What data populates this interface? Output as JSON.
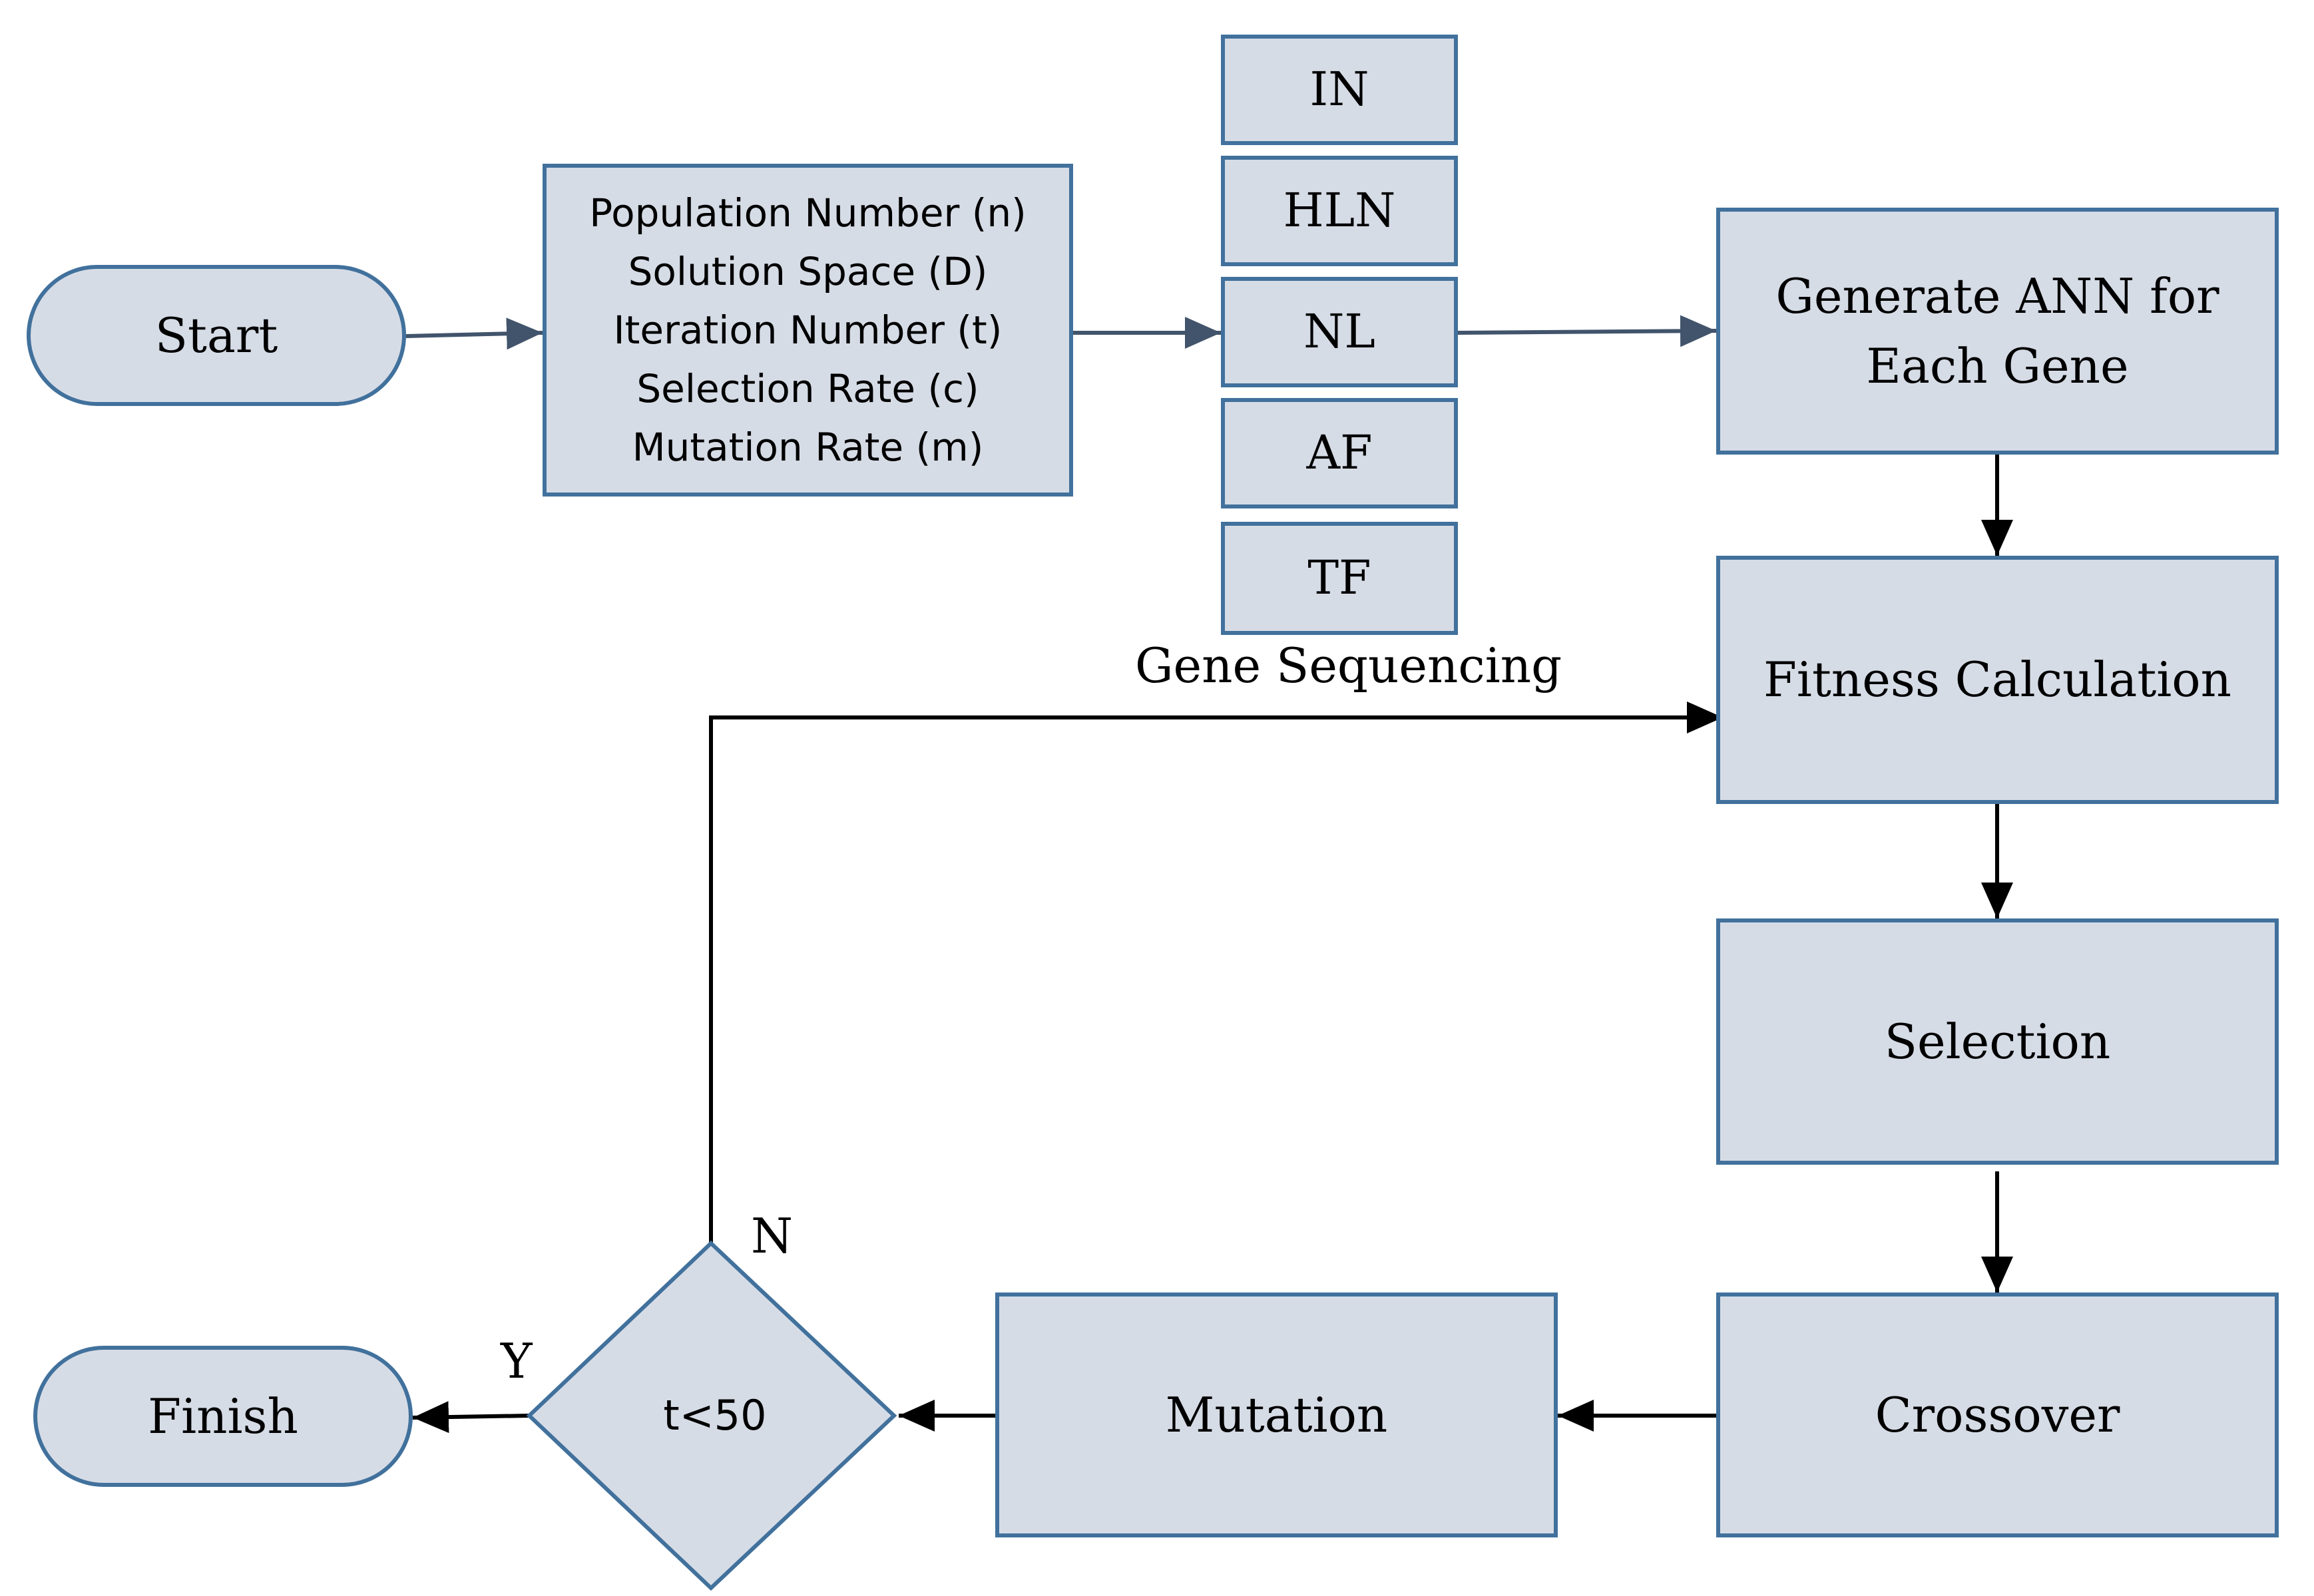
{
  "nodes": {
    "start": "Start",
    "params": [
      "Population Number (n)",
      "Solution Space (D)",
      "Iteration Number (t)",
      "Selection Rate (c)",
      "Mutation Rate (m)"
    ],
    "genes": [
      "IN",
      "HLN",
      "NL",
      "AF",
      "TF"
    ],
    "gene_caption": "Gene Sequencing",
    "generate_ann": "Generate ANN for Each Gene",
    "fitness": "Fitness Calculation",
    "selection": "Selection",
    "crossover": "Crossover",
    "mutation": "Mutation",
    "decision": "t<50",
    "finish": "Finish"
  },
  "edge_labels": {
    "no": "N",
    "yes": "Y"
  },
  "colors": {
    "node_fill": "#d6dce6",
    "node_border": "#41719c"
  }
}
